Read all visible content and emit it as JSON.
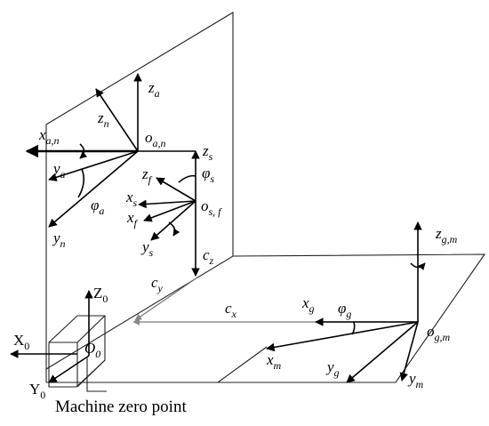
{
  "labels": {
    "za": {
      "base": "z",
      "sub": "a"
    },
    "zn": {
      "base": "z",
      "sub": "n"
    },
    "oan": {
      "base": "o",
      "sub": "a,n"
    },
    "xan": {
      "base": "x",
      "sub": "a,n"
    },
    "ya": {
      "base": "y",
      "sub": "a"
    },
    "phia": {
      "base": "φ",
      "sub": "a"
    },
    "yn": {
      "base": "y",
      "sub": "n"
    },
    "zs": {
      "base": "z",
      "sub": "s"
    },
    "zf": {
      "base": "z",
      "sub": "f"
    },
    "phis": {
      "base": "φ",
      "sub": "s"
    },
    "xs": {
      "base": "x",
      "sub": "s"
    },
    "xf": {
      "base": "x",
      "sub": "f"
    },
    "osf": {
      "base": "o",
      "sub": "s, f"
    },
    "ys": {
      "base": "y",
      "sub": "s"
    },
    "cz": {
      "base": "c",
      "sub": "z"
    },
    "cy": {
      "base": "c",
      "sub": "y"
    },
    "cx": {
      "base": "c",
      "sub": "x"
    },
    "xg": {
      "base": "x",
      "sub": "g"
    },
    "phig": {
      "base": "φ",
      "sub": "g"
    },
    "zgm": {
      "base": "z",
      "sub": "g,m"
    },
    "ogm": {
      "base": "o",
      "sub": "g,m"
    },
    "xm": {
      "base": "x",
      "sub": "m"
    },
    "yg": {
      "base": "y",
      "sub": "g"
    },
    "ym": {
      "base": "y",
      "sub": "m"
    },
    "Z0": {
      "base": "Z",
      "sub": "0"
    },
    "X0": {
      "base": "X",
      "sub": "0"
    },
    "O0": {
      "base": "O",
      "sub": "0"
    },
    "Y0": {
      "base": "Y",
      "sub": "0"
    }
  },
  "caption": "Machine zero point"
}
